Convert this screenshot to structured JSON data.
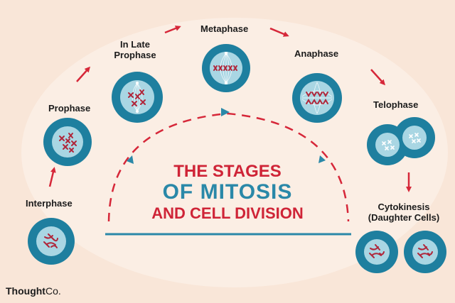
{
  "stages": [
    {
      "label": "Interphase",
      "key": "interphase"
    },
    {
      "label": "Prophase",
      "key": "prophase"
    },
    {
      "label": "In Late Prophase",
      "key": "late-prophase"
    },
    {
      "label": "Metaphase",
      "key": "metaphase"
    },
    {
      "label": "Anaphase",
      "key": "anaphase"
    },
    {
      "label": "Telophase",
      "key": "telophase"
    },
    {
      "label": "Cytokinesis (Daughter Cells)",
      "key": "cytokinesis"
    }
  ],
  "title": {
    "line1": "THE STAGES",
    "line2": "OF MITOSIS",
    "line3": "AND CELL DIVISION"
  },
  "logo": {
    "bold": "Thought",
    "rest": "Co."
  },
  "colors": {
    "background": "#f9e6d8",
    "cell_outer": "#1e7f9f",
    "cell_inner": "#a9d6e3",
    "chromosome": "#b0263a",
    "arrow": "#d62739",
    "accent": "#2a88a8"
  }
}
